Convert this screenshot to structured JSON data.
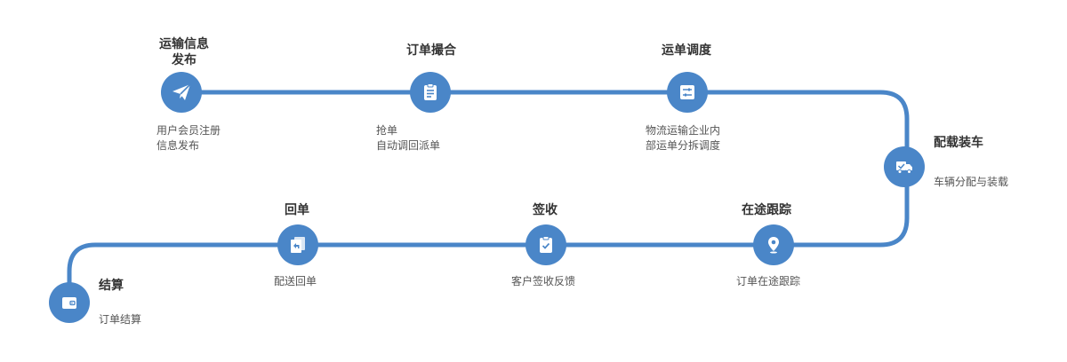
{
  "colors": {
    "line": "#4a86c8",
    "node": "#4a86c8",
    "title": "#333333",
    "text": "#555555"
  },
  "steps": [
    {
      "title_lines": [
        "运输信息",
        "发布"
      ],
      "desc_lines": [
        "用户会员注册",
        "信息发布"
      ],
      "icon": "paper-plane-icon"
    },
    {
      "title_lines": [
        "订单撮合"
      ],
      "desc_lines": [
        "抢单",
        "自动调回派单"
      ],
      "icon": "clipboard-list-icon"
    },
    {
      "title_lines": [
        "运单调度"
      ],
      "desc_lines": [
        "物流运输企业内",
        "部运单分拆调度"
      ],
      "icon": "sliders-icon"
    },
    {
      "title_lines": [
        "配载装车"
      ],
      "desc_lines": [
        "车辆分配与装载"
      ],
      "icon": "truck-check-icon"
    },
    {
      "title_lines": [
        "在途跟踪"
      ],
      "desc_lines": [
        "订单在途跟踪"
      ],
      "icon": "map-pin-icon"
    },
    {
      "title_lines": [
        "签收"
      ],
      "desc_lines": [
        "客户签收反馈"
      ],
      "icon": "clipboard-check-icon"
    },
    {
      "title_lines": [
        "回单"
      ],
      "desc_lines": [
        "配送回单"
      ],
      "icon": "reply-document-icon"
    },
    {
      "title_lines": [
        "结算"
      ],
      "desc_lines": [
        "订单结算"
      ],
      "icon": "wallet-icon"
    }
  ]
}
